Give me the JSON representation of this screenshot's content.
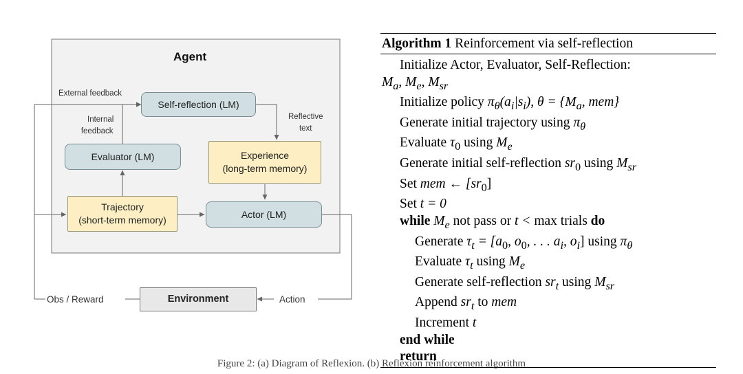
{
  "diagram": {
    "agent_title": "Agent",
    "nodes": {
      "self_reflection": "Self-reflection (LM)",
      "evaluator": "Evaluator (LM)",
      "experience_line1": "Experience",
      "experience_line2": "(long-term memory)",
      "trajectory_line1": "Trajectory",
      "trajectory_line2": "(short-term memory)",
      "actor": "Actor (LM)",
      "environment": "Environment"
    },
    "labels": {
      "external_feedback": "External feedback",
      "internal_feedback_line1": "Internal",
      "internal_feedback_line2": "feedback",
      "reflective_text_line1": "Reflective",
      "reflective_text_line2": "text",
      "obs_reward": "Obs / Reward",
      "action": "Action"
    },
    "colors": {
      "lm_node": "#d1dee2",
      "memory_node": "#fdeec3",
      "environment_node": "#e8e8e8",
      "agent_frame": "#f2f2f2"
    }
  },
  "algorithm": {
    "title_label": "Algorithm 1",
    "title_text": "Reinforcement via self-reflection",
    "lines": {
      "l1": "Initialize Actor, Evaluator, Self-Reflection:",
      "l2_a": "M",
      "l2_b": "a",
      "l2_c": ", M",
      "l2_d": "e",
      "l2_e": ", M",
      "l2_f": "sr",
      "l3_pre": "Initialize policy",
      "l3_math": "π",
      "l3_sub": "θ",
      "l3_rest": "(a",
      "l3_sub2": "i",
      "l3_rest2": "|s",
      "l3_sub3": "i",
      "l3_rest3": "), θ = {M",
      "l3_sub4": "a",
      "l3_rest4": ", mem}",
      "l4_pre": "Generate initial trajectory using",
      "l4_math": "π",
      "l4_sub": "θ",
      "l5_pre": "Evaluate",
      "l5_math": "τ",
      "l5_sub": "0",
      "l5_mid": "using",
      "l5_math2": "M",
      "l5_sub2": "e",
      "l6_pre": "Generate initial self-reflection",
      "l6_math": "sr",
      "l6_sub": "0",
      "l6_mid": "using",
      "l6_math2": "M",
      "l6_sub2": "sr",
      "l7_pre": "Set",
      "l7_math": "mem ← [sr",
      "l7_sub": "0",
      "l7_end": "]",
      "l8_pre": "Set",
      "l8_math": "t = 0",
      "l9_kw": "while",
      "l9_math": "M",
      "l9_sub": "e",
      "l9_mid": "not pass or",
      "l9_math2": "t <",
      "l9_end": "max trials",
      "l9_kw2": "do",
      "l10_pre": "Generate",
      "l10_math": "τ",
      "l10_sub": "t",
      "l10_eq": "= [a",
      "l10_s1": "0",
      "l10_c1": ", o",
      "l10_s2": "0",
      "l10_c2": ", . . . a",
      "l10_s3": "i",
      "l10_c3": ", o",
      "l10_s4": "i",
      "l10_c4": "]",
      "l10_mid": "using",
      "l10_math2": "π",
      "l10_sub2": "θ",
      "l11_pre": "Evaluate",
      "l11_math": "τ",
      "l11_sub": "t",
      "l11_mid": "using",
      "l11_math2": "M",
      "l11_sub2": "e",
      "l12_pre": "Generate self-reflection",
      "l12_math": "sr",
      "l12_sub": "t",
      "l12_mid": "using",
      "l12_math2": "M",
      "l12_sub2": "sr",
      "l13_pre": "Append",
      "l13_math": "sr",
      "l13_sub": "t",
      "l13_mid": "to",
      "l13_math2": "mem",
      "l14_pre": "Increment",
      "l14_math": "t",
      "l15_kw": "end while",
      "l16_kw": "return"
    }
  },
  "caption": "Figure 2: (a) Diagram of Reflexion. (b) Reflexion reinforcement algorithm"
}
